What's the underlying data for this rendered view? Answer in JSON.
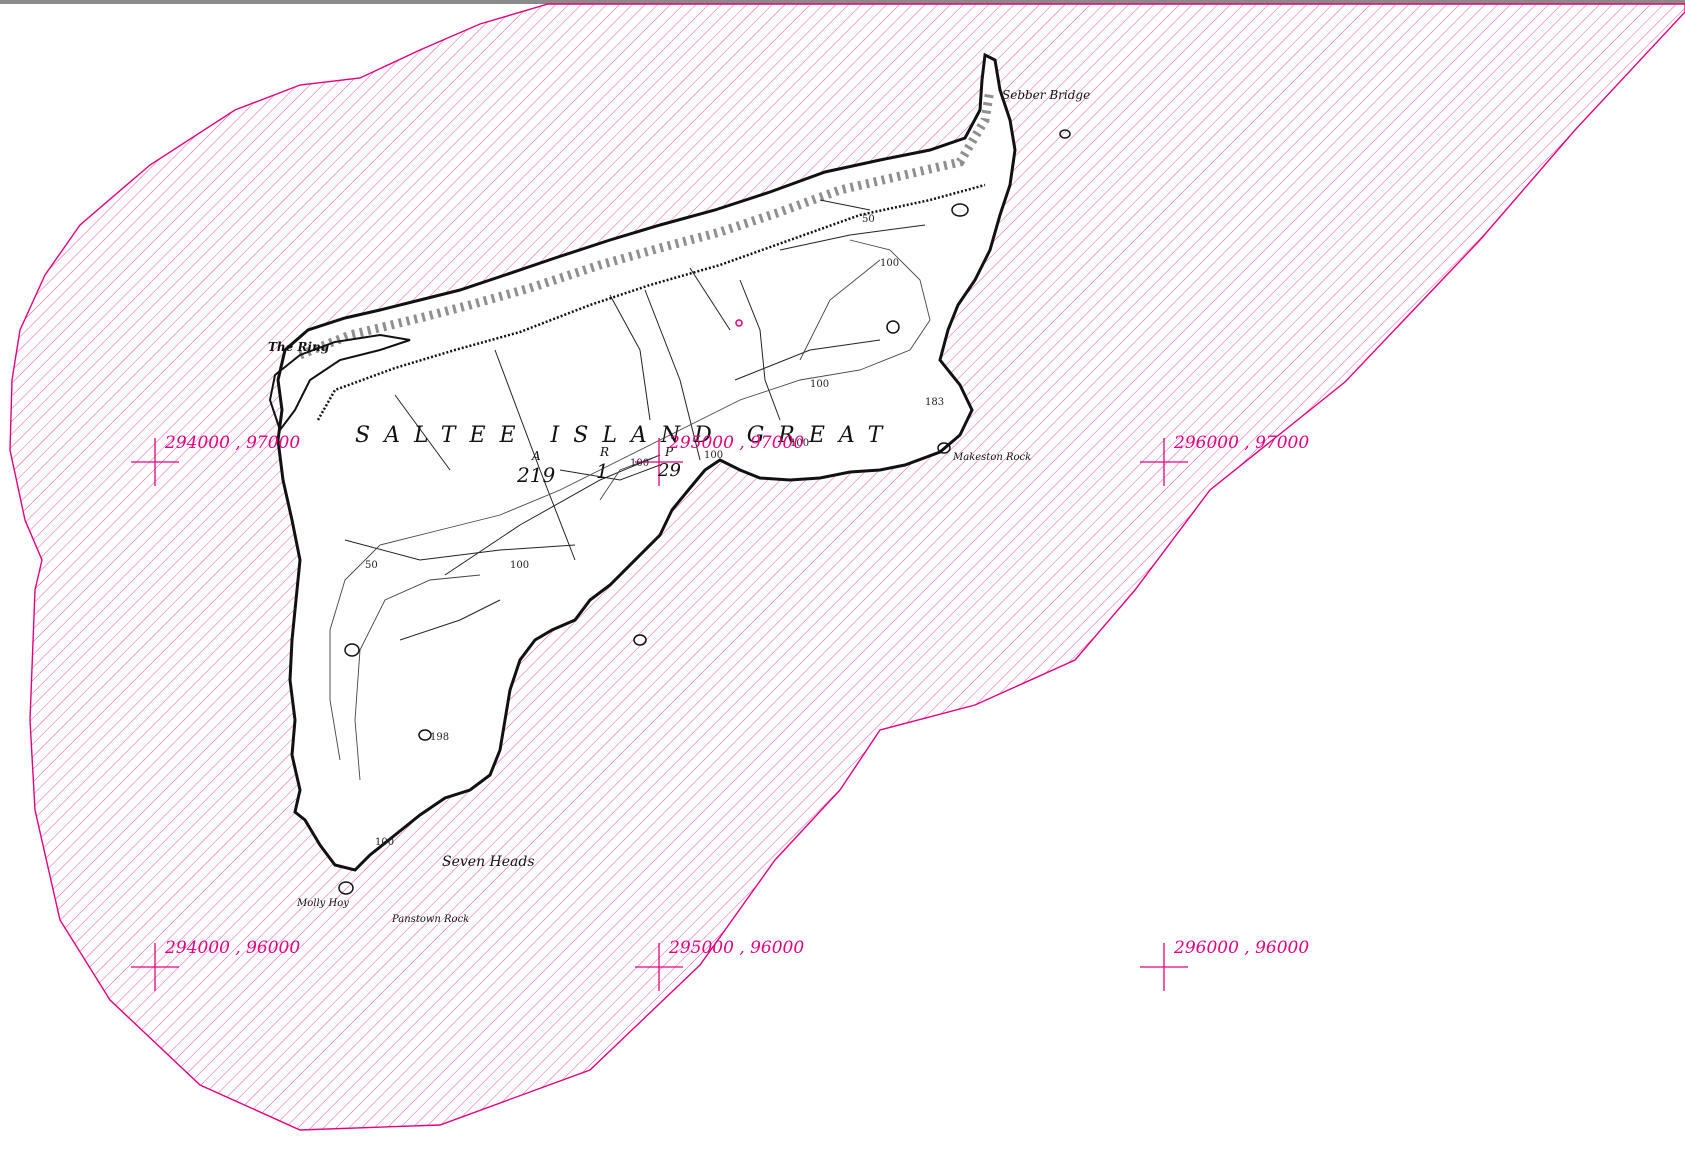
{
  "map": {
    "overlay_color": "#e6007e",
    "island_title": "SALTEE ISLAND GREAT",
    "area_letters": {
      "a": "A",
      "r": "R",
      "p": "P"
    },
    "area_values": {
      "acres": "219",
      "roods": "1",
      "perches": "29"
    },
    "place_names": {
      "sebber_bridge": "Sebber Bridge",
      "the_ring": "The Ring",
      "makeston_rock": "Makeston Rock",
      "seven_heads": "Seven Heads",
      "molly_hoy": "Molly Hoy",
      "panstown_rock": "Panstown Rock"
    },
    "contour_labels": {
      "c1": "100",
      "c2": "100",
      "c3": "100",
      "c4": "100",
      "c5": "100",
      "c6": "100",
      "c7": "50",
      "c8": "50",
      "c9": "100"
    },
    "spot_heights": {
      "s1": "198",
      "s2": "183"
    },
    "grid_labels": {
      "g1": "294000 , 97000",
      "g2": "295000 , 97000",
      "g3": "296000 , 97000",
      "g4": "294000 , 96000",
      "g5": "295000 , 96000",
      "g6": "296000 , 96000"
    }
  }
}
